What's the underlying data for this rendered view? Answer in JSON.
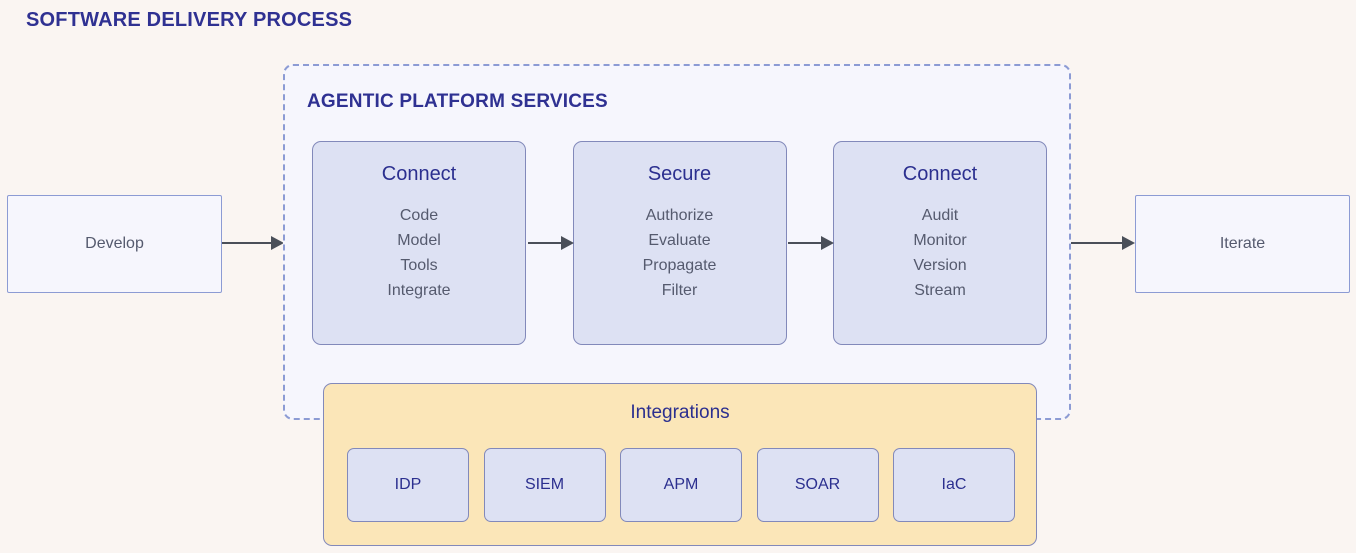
{
  "page": {
    "title": "SOFTWARE DELIVERY PROCESS",
    "background_color": "#faf5f2"
  },
  "flow": {
    "start": {
      "label": "Develop"
    },
    "end": {
      "label": "Iterate"
    }
  },
  "platform": {
    "title": "AGENTIC PLATFORM SERVICES",
    "border_color": "#8c9bd4",
    "fill_color": "#f6f6fd",
    "cards": [
      {
        "title": "Connect",
        "items": [
          "Code",
          "Model",
          "Tools",
          "Integrate"
        ]
      },
      {
        "title": "Secure",
        "items": [
          "Authorize",
          "Evaluate",
          "Propagate",
          "Filter"
        ]
      },
      {
        "title": "Connect",
        "items": [
          "Audit",
          "Monitor",
          "Version",
          "Stream"
        ]
      }
    ]
  },
  "integrations": {
    "title": "Integrations",
    "fill_color": "#fbe6b8",
    "chips": [
      {
        "label": "IDP"
      },
      {
        "label": "SIEM"
      },
      {
        "label": "APM"
      },
      {
        "label": "SOAR"
      },
      {
        "label": "IaC"
      }
    ]
  },
  "colors": {
    "accent_indigo": "#2f3192",
    "card_fill": "#dde1f3",
    "card_border": "#8289ba",
    "body_text": "#555a6e",
    "arrow": "#4a4f59"
  }
}
